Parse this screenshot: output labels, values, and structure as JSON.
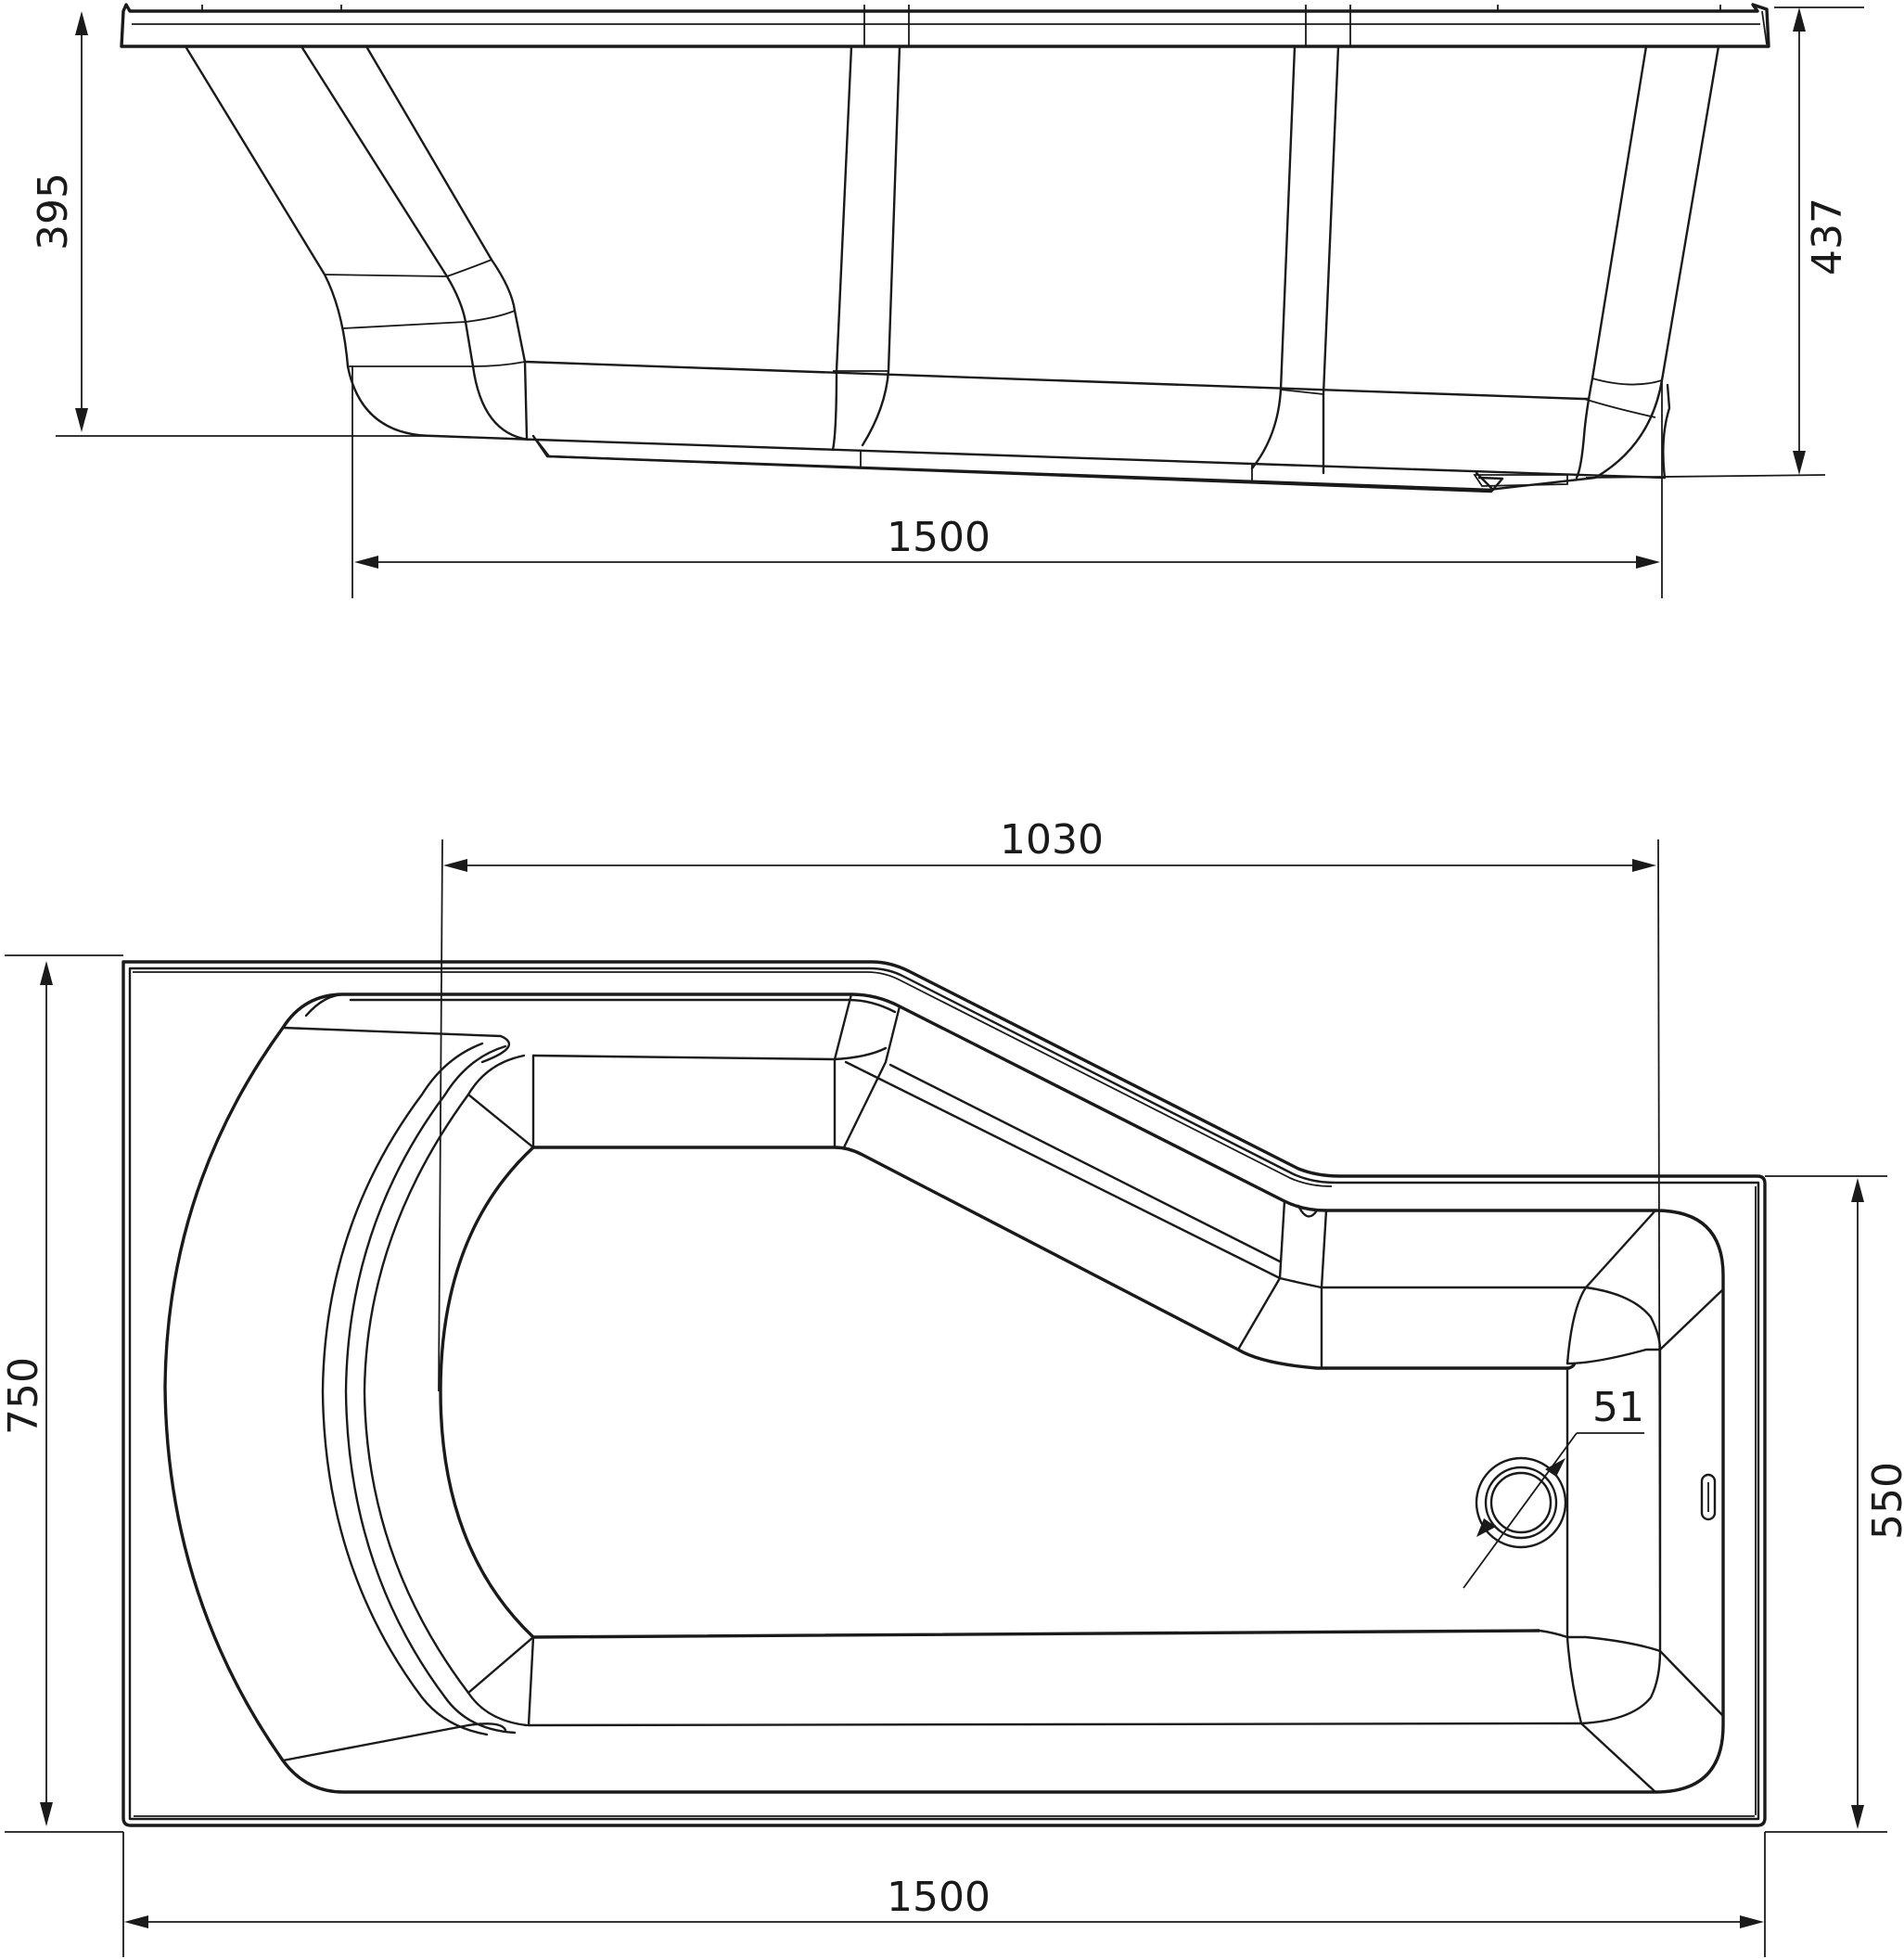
{
  "side_view": {
    "left_height": "395",
    "right_height": "437",
    "length": "1500"
  },
  "top_view": {
    "top_length": "1030",
    "total_width": "750",
    "narrow_width": "550",
    "length": "1500",
    "drain_diameter": "51"
  }
}
